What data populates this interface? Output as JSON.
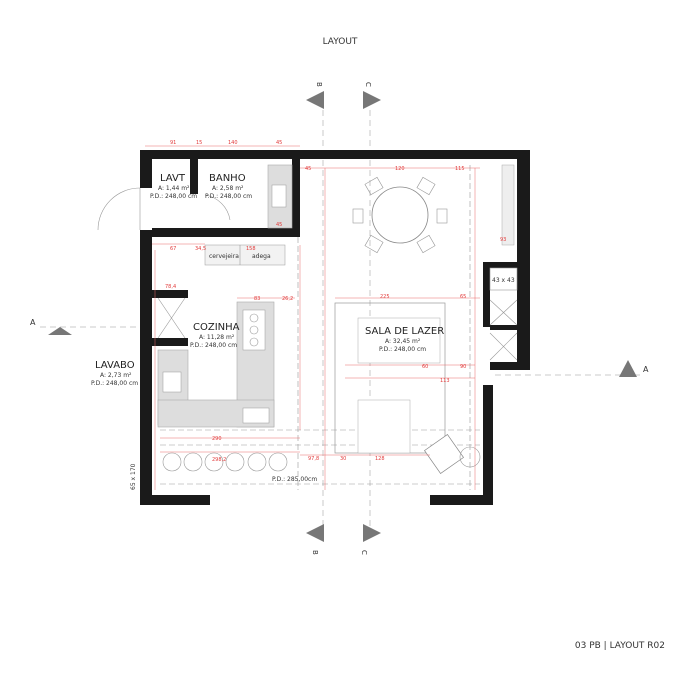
{
  "title": "LAYOUT",
  "footer": "03 PB | LAYOUT R02",
  "sections": {
    "b": "B",
    "c": "C",
    "a": "A"
  },
  "rooms": [
    {
      "name": "LAVT",
      "area": "A: 1,44 m²",
      "height": "P.D.: 248,00 cm"
    },
    {
      "name": "BANHO",
      "area": "A: 2,58 m²",
      "height": "P.D.: 248,00 cm"
    },
    {
      "name": "COZINHA",
      "area": "A: 11,28 m²",
      "height": "P.D.: 248,00 cm"
    },
    {
      "name": "LAVABO",
      "area": "A: 2,73 m²",
      "height": "P.D.: 248,00 cm"
    },
    {
      "name": "SALA DE LAZER",
      "area": "A: 32,45 m²",
      "height": "P.D.: 248,00 cm"
    }
  ],
  "labels": {
    "cervejeira": "cervejeira",
    "adega": "adega",
    "box": "43 x 43",
    "window": "65 x 170",
    "pd_main": "P.D.: 285,00cm"
  },
  "dimensions": [
    "91",
    "15",
    "140",
    "45",
    "67",
    "34,5",
    "158",
    "45",
    "78,4",
    "83",
    "26,2",
    "225",
    "65",
    "60",
    "90",
    "113",
    "30",
    "128",
    "97,8",
    "298,2",
    "290",
    "120",
    "115",
    "45",
    "93"
  ],
  "colors": {
    "wall": "#1a1a1a",
    "dimension": "#e23a3a",
    "counter": "#dddddd"
  }
}
